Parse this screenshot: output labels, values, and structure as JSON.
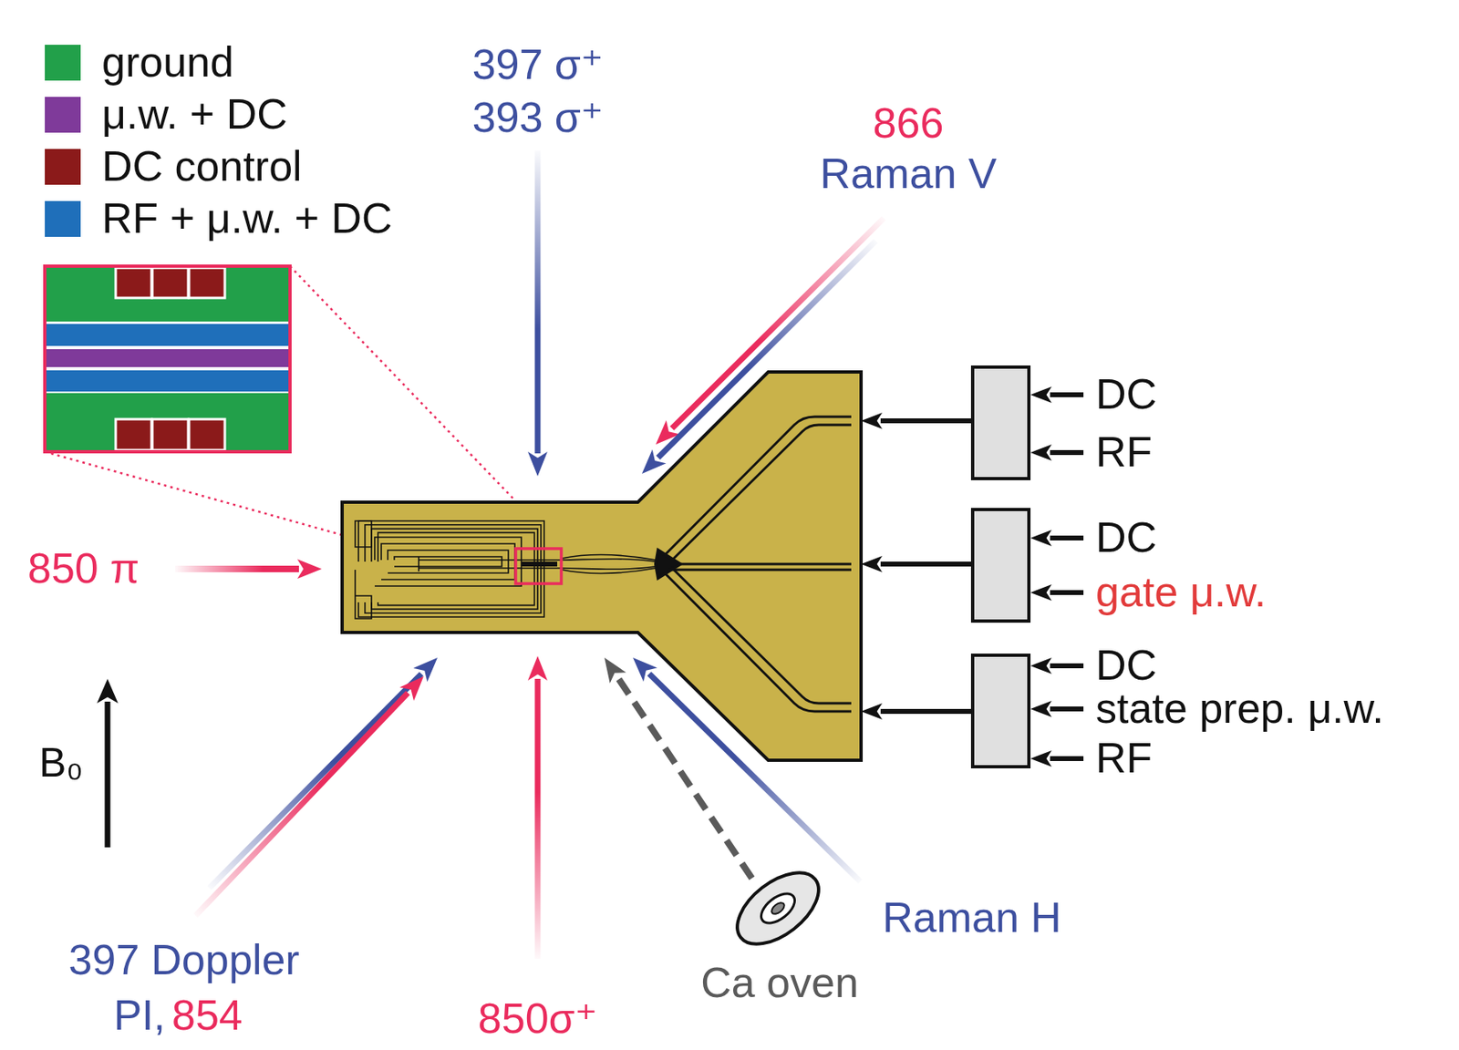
{
  "diagram": {
    "labels": [
      "397 σ⁺",
      "393 σ⁺",
      "866",
      "Raman V",
      "850 π",
      "DC",
      "RF",
      "DC",
      "gate μ.w.",
      "DC",
      "state prep. μ.w.",
      "RF",
      "B₀",
      "397 Doppler",
      "PI,",
      "854",
      "850σ⁺",
      "Raman H",
      "Ca oven"
    ],
    "legend": [
      {
        "text": "ground",
        "color": "#22a04a"
      },
      {
        "text": "μ.w. + DC",
        "color": "#7f3a9a"
      },
      {
        "text": "DC control",
        "color": "#8b1a1a"
      },
      {
        "text": "RF + μ.w. + DC",
        "color": "#1f6fba"
      }
    ]
  }
}
